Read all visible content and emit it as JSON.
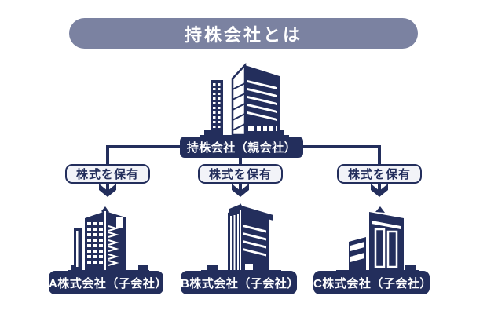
{
  "title": "持株会社とは",
  "parent_company": {
    "label": "持株会社（親会社）"
  },
  "edge_labels": [
    "株式を保有",
    "株式を保有",
    "株式を保有"
  ],
  "subsidiaries": [
    {
      "label": "A株式会社（子会社）"
    },
    {
      "label": "B株式会社（子会社）"
    },
    {
      "label": "C株式会社（子会社）"
    }
  ],
  "icons": [
    "office-tower-building-icon",
    "highrise-building-a-icon",
    "corner-tower-building-b-icon",
    "modern-office-building-c-icon",
    "arrow-down-icon"
  ],
  "colors": {
    "navy": "#232e5c",
    "banner": "#7b82a1",
    "label_bg": "#f2f3f8",
    "background": "#ffffff",
    "text_on_dark": "#ffffff"
  }
}
